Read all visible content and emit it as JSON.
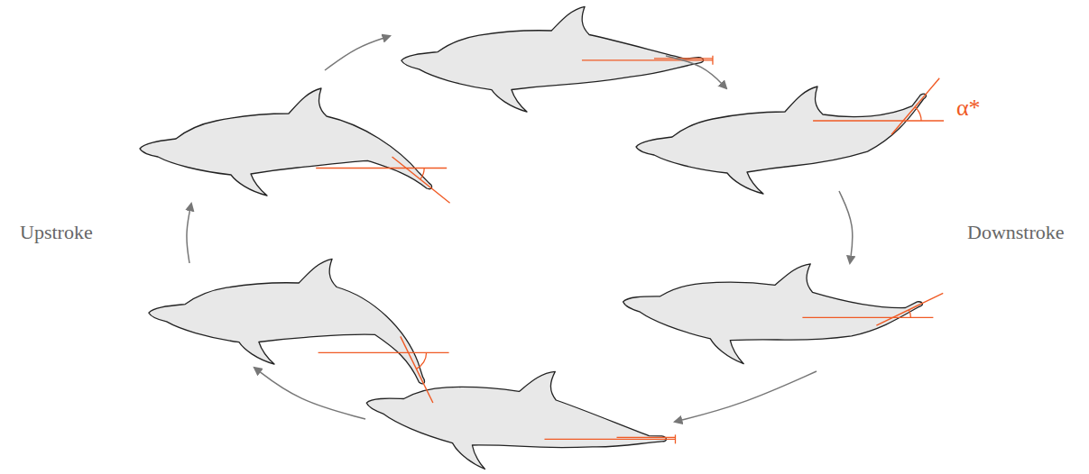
{
  "diagram": {
    "labels": [
      "Upstroke",
      "Downstroke",
      "α*"
    ]
  }
}
